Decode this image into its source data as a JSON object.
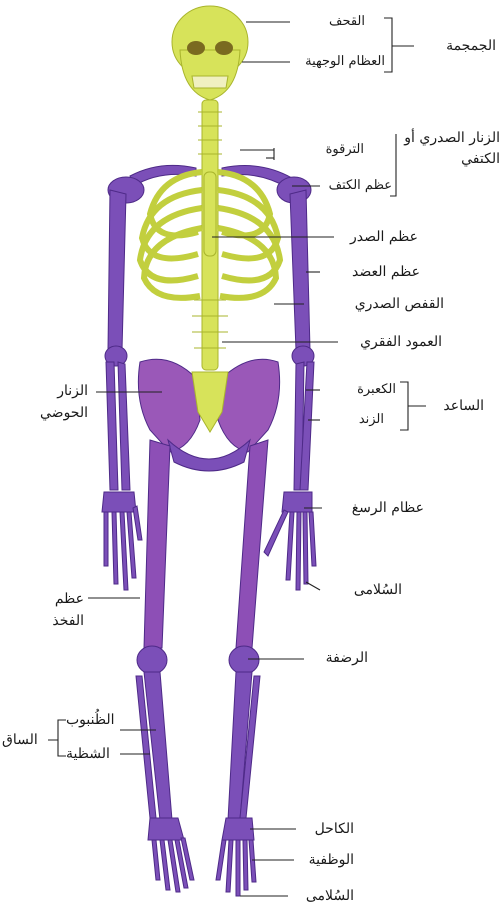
{
  "colors": {
    "axial": "#d7e35a",
    "axial_dark": "#a9b52c",
    "appendicular": "#7b4fb8",
    "appendicular_dark": "#4e2a88",
    "pelvis_highlight": "#b04db0",
    "background": "#ffffff"
  },
  "labels": {
    "skull": "الجمجمة",
    "cranium": "القحف",
    "facial_bones": "العظام الوجهية",
    "shoulder_girdle": "الزنار الصدري أو الكتفي",
    "clavicle": "الترقوة",
    "scapula": "عظم الكتف",
    "sternum": "عظم الصدر",
    "humerus": "عظم العضد",
    "rib_cage": "القفص الصدري",
    "spine": "العمود الفقري",
    "pelvic_girdle": "الزنار الحوضي",
    "forearm": "الساعد",
    "radius": "الكعبرة",
    "ulna": "الزند",
    "carpals": "عظام الرسغ",
    "phalanges_hand": "السُلامى",
    "femur": "عظم الفخذ",
    "patella": "الرضفة",
    "leg": "الساق",
    "tibia": "الظُنبوب",
    "fibula": "الشظية",
    "tarsals": "الكاحل",
    "metatarsals": "الوظفية",
    "phalanges_foot": "السُلامى"
  }
}
